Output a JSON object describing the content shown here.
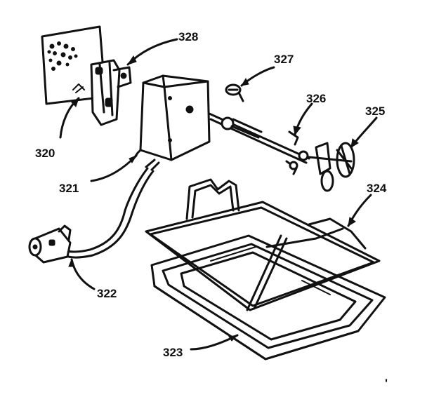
{
  "diagram": {
    "callouts": [
      {
        "id": "320",
        "label": "320",
        "part": "wall-plate"
      },
      {
        "id": "321",
        "label": "321",
        "part": "motor-box"
      },
      {
        "id": "322",
        "label": "322",
        "part": "power-cord"
      },
      {
        "id": "323",
        "label": "323",
        "part": "drip-pan"
      },
      {
        "id": "324",
        "label": "324",
        "part": "rack"
      },
      {
        "id": "325",
        "label": "325",
        "part": "spit-fork"
      },
      {
        "id": "326",
        "label": "326",
        "part": "spit-rod"
      },
      {
        "id": "327",
        "label": "327",
        "part": "screw"
      },
      {
        "id": "328",
        "label": "328",
        "part": "bracket"
      }
    ],
    "stray_mark": "'"
  },
  "colors": {
    "ink": "#111111",
    "paper": "#ffffff"
  }
}
